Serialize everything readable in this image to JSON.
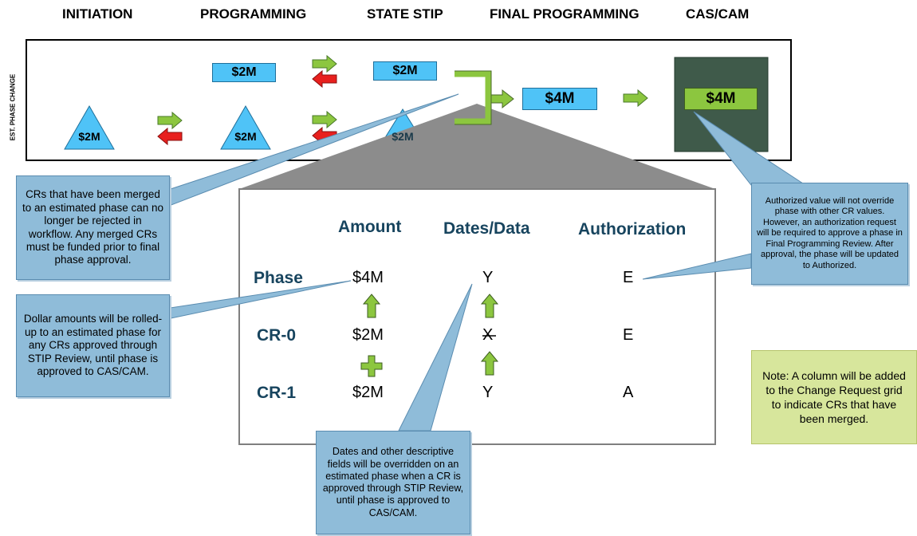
{
  "stages": [
    "INITIATION",
    "PROGRAMMING",
    "STATE STIP",
    "FINAL PROGRAMMING",
    "CAS/CAM"
  ],
  "side_label": "EST. PHASE CHANGE",
  "flow": {
    "tri_initiation": "$2M",
    "tri_programming": "$2M",
    "tri_state": "$2M",
    "box_programming": "$2M",
    "box_state": "$2M",
    "box_final": "$4M",
    "box_cas": "$4M"
  },
  "zoom": {
    "headers": {
      "amount": "Amount",
      "dates": "Dates/Data",
      "auth": "Authorization"
    },
    "rows": [
      {
        "label": "Phase",
        "amount": "$4M",
        "dates": "Y",
        "auth": "E"
      },
      {
        "label": "CR-0",
        "amount": "$2M",
        "dates": "X",
        "auth": "E"
      },
      {
        "label": "CR-1",
        "amount": "$2M",
        "dates": "Y",
        "auth": "A"
      }
    ]
  },
  "callouts": {
    "merged": "CRs that have been merged to an estimated phase can no longer be rejected in workflow. Any merged CRs must be funded prior to final phase approval.",
    "dollar": "Dollar amounts will be rolled-up to an estimated phase for any CRs approved through STIP Review, until phase is approved to CAS/CAM.",
    "dates": "Dates and other descriptive fields will be overridden on an estimated phase when a CR is approved through STIP Review, until phase is approved to CAS/CAM.",
    "auth": "Authorized value will not override phase with other CR values. However, an authorization request will be required to approve a phase in Final Programming Review.  After  approval, the phase will be updated to Authorized."
  },
  "note": "Note: A column will be added to the Change Request grid to indicate CRs that have been merged.",
  "colors": {
    "blue_box": "#4fc3f7",
    "green_arrow": "#8cc63f",
    "red_arrow": "#e8201e",
    "cas_bg": "#3f5a4a",
    "callout": "#8fbcd9",
    "note_bg": "#d7e69c"
  }
}
